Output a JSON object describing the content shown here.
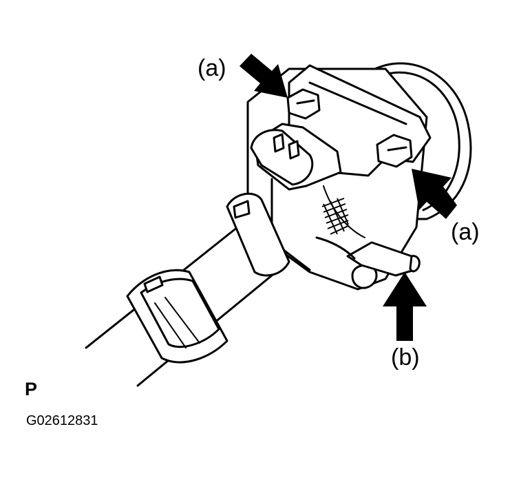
{
  "figure": {
    "callouts": {
      "bolt_upper_left": "(a)",
      "bolt_right": "(a)",
      "hose": "(b)"
    },
    "view_letter": "P",
    "figure_code": "G02612831"
  },
  "colors": {
    "ink": "#000000",
    "paper": "#ffffff"
  }
}
